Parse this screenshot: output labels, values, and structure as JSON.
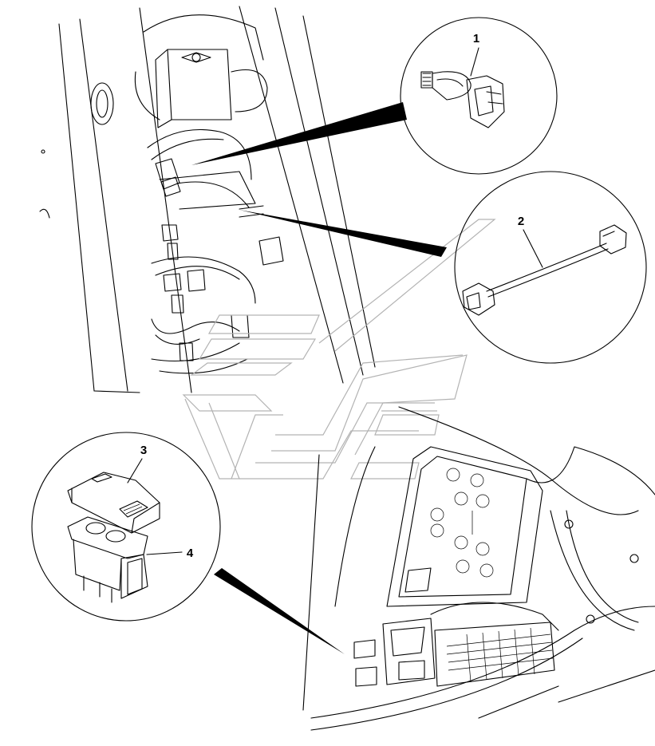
{
  "callouts": [
    {
      "id": "1",
      "label": "1"
    },
    {
      "id": "2",
      "label": "2"
    },
    {
      "id": "3",
      "label": "3"
    },
    {
      "id": "4",
      "label": "4"
    }
  ],
  "colors": {
    "line": "#000000",
    "watermark": "#b3b3b3",
    "background": "#ffffff"
  }
}
